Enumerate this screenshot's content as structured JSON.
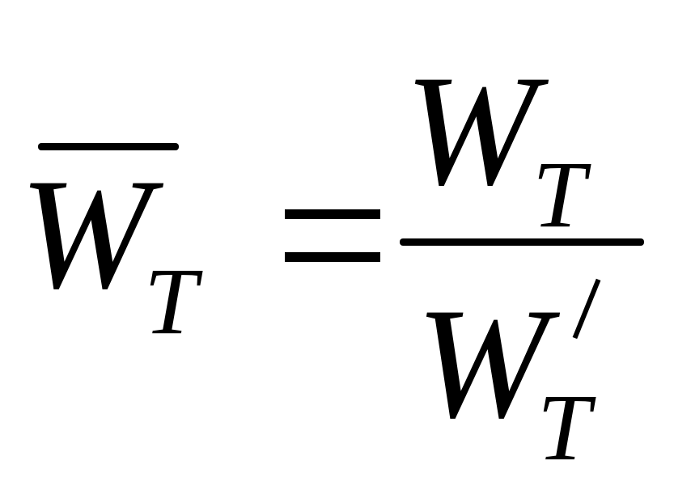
{
  "formula": {
    "lhs": {
      "base": "W",
      "subscript": "T"
    },
    "rhs": {
      "numerator": {
        "base": "W",
        "subscript": "T"
      },
      "denominator": {
        "base": "W",
        "subscript": "T"
      }
    }
  }
}
